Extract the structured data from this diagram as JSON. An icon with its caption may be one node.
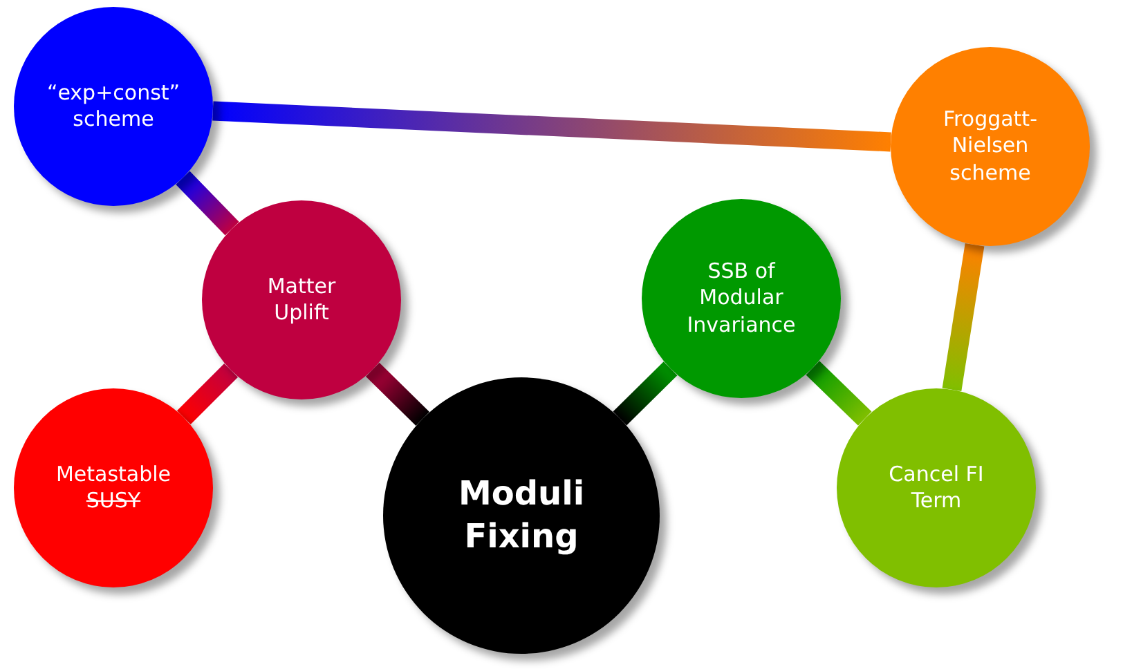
{
  "diagram": {
    "nodes": [
      {
        "text": [
          "Moduli Fixing"
        ]
      },
      {
        "text": [
          "Matter Uplift"
        ]
      },
      {
        "text": [
          "Metastable",
          "SUSY"
        ]
      },
      {
        "text": [
          "“exp+const” scheme"
        ]
      },
      {
        "text": [
          "SSB of Modular Invariance"
        ]
      },
      {
        "text": [
          "Cancel FI Term"
        ]
      },
      {
        "text": [
          "Froggatt-Nielsen scheme"
        ]
      }
    ],
    "edges": [
      {
        "from": 0,
        "to": 1,
        "arrow": "none"
      },
      {
        "from": 1,
        "to": 2,
        "arrow": "none"
      },
      {
        "from": 1,
        "to": 3,
        "arrow": "none"
      },
      {
        "from": 0,
        "to": 4,
        "arrow": "none"
      },
      {
        "from": 4,
        "to": 5,
        "arrow": "none"
      },
      {
        "from": 5,
        "to": 6,
        "arrow": "none"
      },
      {
        "from": 3,
        "to": 6,
        "arrow": "none"
      }
    ]
  }
}
